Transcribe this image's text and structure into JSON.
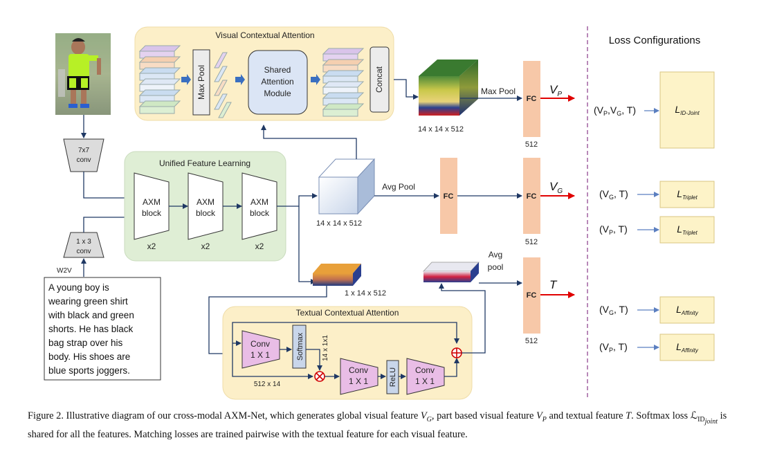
{
  "diagram": {
    "visual_attention": {
      "title": "Visual Contextual Attention",
      "maxpool_label": "Max Pool",
      "shared_line1": "Shared",
      "shared_line2": "Attention",
      "shared_line3": "Module",
      "concat_label": "Concat"
    },
    "unified": {
      "title": "Unified Feature Learning",
      "block_line1": "AXM",
      "block_line2": "block",
      "multipliers": [
        "x2",
        "x2",
        "x2"
      ]
    },
    "conv7": {
      "line1": "7x7",
      "line2": "conv"
    },
    "conv13": {
      "line1": "1 x 3",
      "line2": "conv"
    },
    "w2v_label": "W2V",
    "caption_text": [
      "A young boy is",
      "wearing green shirt",
      "with black and green",
      "shorts. He has black",
      "bag strap over his",
      "body. His shoes are",
      "blue sports joggers."
    ],
    "dims": {
      "cube_top": "14 x 14 x 512",
      "cube_mid": "14 x 14 x 512",
      "slab": "1 x 14 x 512",
      "fc1": "512",
      "fc2": "512",
      "fc3": "512",
      "tca_left": "512 x 14",
      "tca_vert": "14 x 1x1"
    },
    "pool_labels": {
      "max_pool": "Max Pool",
      "avg_pool": "Avg Pool",
      "avg_pool2_line1": "Avg",
      "avg_pool2_line2": "pool"
    },
    "fc_label": "FC",
    "outputs": {
      "vp": "V",
      "vp_sub": "P",
      "vg": "V",
      "vg_sub": "G",
      "t": "T"
    },
    "textual_attention": {
      "title": "Textual Contextual Attention",
      "conv_line1": "Conv",
      "conv_line2": "1 X 1",
      "softmax": "Softmax",
      "relu": "ReLU"
    },
    "loss": {
      "title": "Loss Configurations",
      "rows": [
        {
          "pair": "(V",
          "s1": "P",
          "mid": ",V",
          "s2": "G",
          "end": ", T)",
          "loss": "L",
          "loss_sub": "ID-Joint"
        },
        {
          "pair": "(V",
          "s1": "G",
          "mid": "",
          "s2": "",
          "end": ", T)",
          "loss": "L",
          "loss_sub": "Triplet"
        },
        {
          "pair": "(V",
          "s1": "P",
          "mid": "",
          "s2": "",
          "end": ", T)",
          "loss": "L",
          "loss_sub": "Triplet"
        },
        {
          "pair": "(V",
          "s1": "G",
          "mid": "",
          "s2": "",
          "end": ", T)",
          "loss": "L",
          "loss_sub": "Affinity"
        },
        {
          "pair": "(V",
          "s1": "P",
          "mid": "",
          "s2": "",
          "end": ", T)",
          "loss": "L",
          "loss_sub": "Affinity"
        }
      ]
    }
  },
  "figure_caption": {
    "p1": "Figure 2. Illustrative diagram of our cross-modal AXM-Net, which generates global visual feature ",
    "vg": "V",
    "vg_sub": "G",
    "p2": ", part based visual feature ",
    "vp": "V",
    "vp_sub": "P",
    "p3": " and textual feature ",
    "t": "T",
    "p4": ". Softmax loss ",
    "loss": "ℒ",
    "loss_sub": "ID",
    "loss_subsub": "joint",
    "p5": " is shared for all the features. Matching losses are trained pairwise with the textual feature for each visual feature."
  }
}
